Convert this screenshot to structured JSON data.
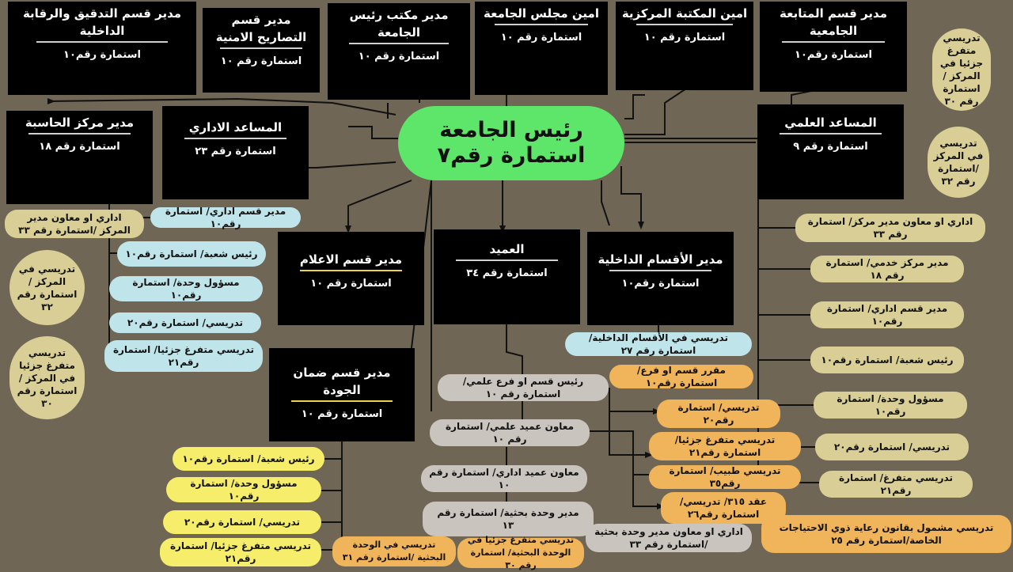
{
  "center": {
    "title": "رئيس الجامعة",
    "form": "استمارة رقم٧"
  },
  "top_boxes": [
    {
      "title": "مدير قسم التدقيق والرقابة الداخلية",
      "form": "استمارة رقم١٠"
    },
    {
      "title": "مدير قسم التصاريح الامنية",
      "form": "استمارة رقم ١٠"
    },
    {
      "title": "مدير مكتب رئيس الجامعة",
      "form": "استمارة رقم ١٠"
    },
    {
      "title": "امين مجلس الجامعة",
      "form": "استمارة رقم ١٠"
    },
    {
      "title": "امين المكتبة المركزية",
      "form": "استمارة رقم ١٠"
    },
    {
      "title": "مدير قسم المتابعة الجامعية",
      "form": "استمارة رقم١٠"
    }
  ],
  "mid_boxes": {
    "computer": {
      "title": "مدير مركز الحاسبة",
      "form": "استمارة رقم ١٨"
    },
    "admin_asst": {
      "title": "المساعد الاداري",
      "form": "استمارة رقم ٢٣"
    },
    "sci_asst": {
      "title": "المساعد العلمي",
      "form": "استمارة رقم ٩"
    },
    "media": {
      "title": "مدير قسم الاعلام",
      "form": "استمارة رقم ١٠"
    },
    "dean": {
      "title": "العميد",
      "form": "استمارة رقم ٣٤"
    },
    "internal": {
      "title": "مدير الأقسام الداخلية",
      "form": "استمارة رقم١٠"
    },
    "quality": {
      "title": "مدير قسم ضمان الجودة",
      "form": "استمارة رقم ١٠"
    }
  },
  "left_tan": [
    "اداري او معاون مدير المركز /استمارة رقم ٣٣"
  ],
  "left_circles": [
    "تدريسي في المركز /استمارة رقم ٣٢",
    "تدريسي متفرغ جزئيا في المركز /استمارة رقم ٣٠"
  ],
  "right_circles": [
    "تدريسي متفرغ جزئيا في المركز /استمارة رقم ٣٠",
    "تدريسي في المركز /استمارة رقم ٣٢"
  ],
  "admin_blue": [
    "مدير قسم اداري/ استمارة رقم١٠",
    "رئيس شعبة/ استمارة رقم١٠",
    "مسؤول وحدة/ استمارة رقم١٠",
    "تدريسي/ استمارة رقم٢٠",
    "تدريسي متفرغ جزئيا/ استمارة رقم٢١"
  ],
  "sci_tan": [
    "اداري او معاون مدير مركز/ استمارة رقم ٣٣",
    "مدير مركز خدمي/ استمارة رقم ١٨",
    "مدير قسم اداري/ استمارة رقم١٠",
    "رئيس شعبة/ استمارة رقم١٠",
    "مسؤول وحدة/ استمارة رقم١٠",
    "تدريسي/ استمارة رقم٢٠",
    "تدريسي متفرغ/ استمارة رقم٢١"
  ],
  "internal_blue": [
    "تدريسي في الأقسام الداخلية/ استمارة رقم ٢٧"
  ],
  "dean_gray": [
    "رئيس قسم او فرع علمي/ استمارة رقم ١٠",
    "معاون عميد علمي/ استمارة رقم ١٠",
    "معاون عميد اداري/ استمارة رقم ١٠",
    "مدير وحدة بحثية/ استمارة رقم ١٣",
    "اداري او معاون مدير وحدة بحثية /استمارة رقم ٣٣"
  ],
  "dean_orange": [
    "مقرر قسم او فرع/ استمارة رقم١٠",
    "تدريسي/ استمارة رقم٢٠",
    "تدريسي متفرغ جزئيا/ استمارة رقم٢١",
    "تدريسي طبيب/ استمارة رقم٣٥",
    "عقد ٣١٥/ تدريسي/ استمارة رقم٢٦",
    "تدريسي مشمول بقانون رعاية ذوي الاحتياجات الخاصة/استمارة رقم ٢٥",
    "تدريسي في الوحدة البحثية /استمارة رقم ٣١",
    "تدريسي متفرغ جزئيا في الوحدة البحثية/ استمارة رقم ٣٠"
  ],
  "quality_yellow": [
    "رئيس شعبة/ استمارة رقم١٠",
    "مسؤول وحدة/ استمارة رقم١٠",
    "تدريسي/ استمارة رقم٢٠",
    "تدريسي متفرغ جزئيا/ استمارة رقم٢١"
  ],
  "colors": {
    "background": "#6f6656",
    "center": "#5ee66b",
    "box": "#000000"
  }
}
